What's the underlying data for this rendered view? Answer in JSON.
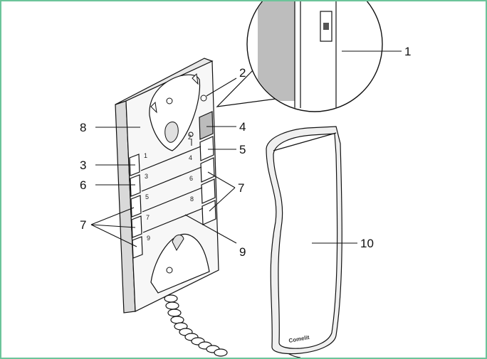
{
  "figure": {
    "accent_border_color": "#6cc49a",
    "callouts": [
      {
        "id": "c1",
        "text": "1"
      },
      {
        "id": "c2",
        "text": "2"
      },
      {
        "id": "c3",
        "text": "3"
      },
      {
        "id": "c4",
        "text": "4"
      },
      {
        "id": "c5",
        "text": "5"
      },
      {
        "id": "c6",
        "text": "6"
      },
      {
        "id": "c7a",
        "text": "7"
      },
      {
        "id": "c7b",
        "text": "7"
      },
      {
        "id": "c8",
        "text": "8"
      },
      {
        "id": "c9",
        "text": "9"
      },
      {
        "id": "c10",
        "text": "10"
      }
    ],
    "key_numbers": [
      "1",
      "2",
      "3",
      "4",
      "5",
      "6",
      "7",
      "8",
      "9"
    ],
    "handset_brand": "Comelit"
  }
}
